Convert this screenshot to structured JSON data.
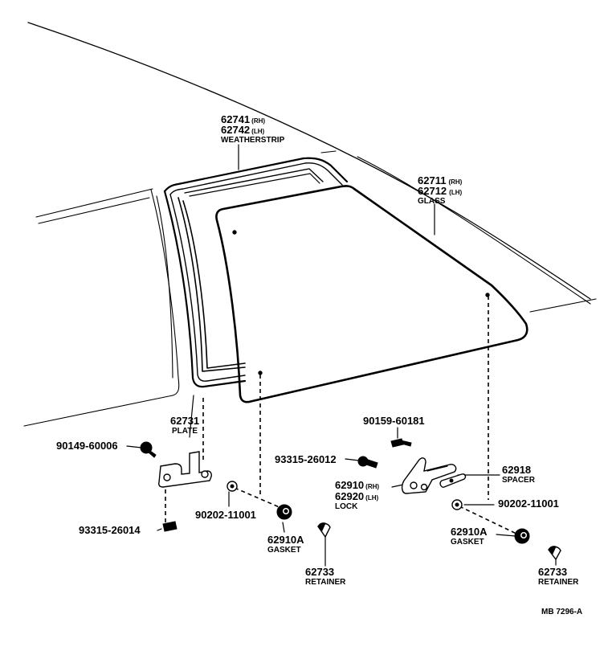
{
  "labels": {
    "weatherstrip": {
      "rh_no": "62741",
      "rh_tag": "(RH)",
      "lh_no": "62742",
      "lh_tag": "(LH)",
      "name": "WEATHERSTRIP"
    },
    "glass": {
      "rh_no": "62711",
      "rh_tag": "(RH)",
      "lh_no": "62712",
      "lh_tag": "(LH)",
      "name": "GLASS"
    },
    "plate": {
      "no": "62731",
      "name": "PLATE"
    },
    "screw_plate": {
      "no": "90149-60006"
    },
    "screw_lower": {
      "no": "93315-26014"
    },
    "bolt_lock": {
      "no": "90159-60181"
    },
    "screw_lock": {
      "no": "93315-26012"
    },
    "spacer": {
      "no": "62918",
      "name": "SPACER"
    },
    "lock": {
      "rh_no": "62910",
      "rh_tag": "(RH)",
      "lh_no": "62920",
      "lh_tag": "(LH)",
      "name": "LOCK"
    },
    "washer_left": {
      "no": "90202-11001"
    },
    "washer_right": {
      "no": "90202-11001"
    },
    "gasket_left": {
      "no": "62910A",
      "name": "GASKET"
    },
    "gasket_right": {
      "no": "62910A",
      "name": "GASKET"
    },
    "retainer_left": {
      "no": "62733",
      "name": "RETAINER"
    },
    "retainer_right": {
      "no": "62733",
      "name": "RETAINER"
    },
    "drawing_ref": "MB 7296-A"
  }
}
